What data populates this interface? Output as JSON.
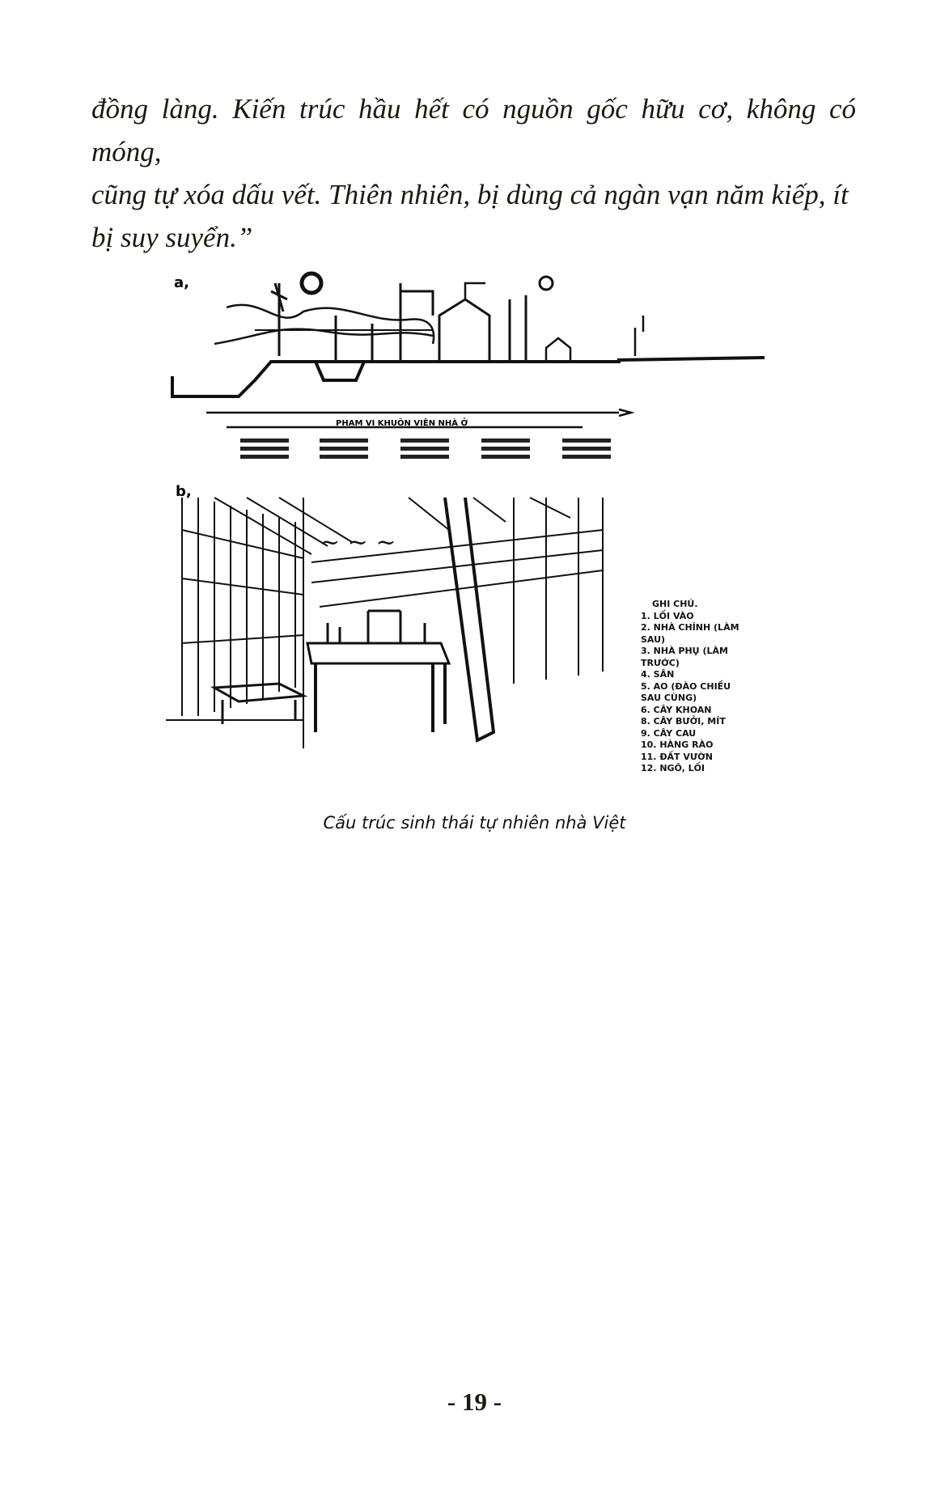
{
  "paragraph": {
    "lines": [
      "đồng làng. Kiến trúc hầu hết có nguồn gốc hữu cơ, không có móng,",
      "cũng tự xóa dấu vết. Thiên nhiên, bị dùng cả ngàn vạn năm kiếp, ít",
      "bị suy suyển.”"
    ]
  },
  "figure": {
    "panel_a_label": "a,",
    "panel_b_label": "b,",
    "panel_a_lettering": "PHẠM VI KHUÔN VIÊN NHÀ Ở",
    "legend": {
      "title": "GHI CHÚ.",
      "items": [
        "1. LỐI VÀO",
        "2. NHÀ CHÍNH (LÀM SAU)",
        "3. NHÀ PHỤ (LÀM TRƯỚC)",
        "4. SÂN",
        "5. AO (ĐÀO CHIỀU SAU CÙNG)",
        "6. CÂY KHOAN",
        "8. CÂY BƯỞI, MÍT",
        "9. CÂY CAU",
        "10. HÀNG RÀO",
        "11. ĐẤT VƯỜN",
        "12. NGÕ, LỐI"
      ]
    },
    "caption": "Cấu trúc sinh thái tự nhiên nhà Việt"
  },
  "page_number": "- 19 -"
}
